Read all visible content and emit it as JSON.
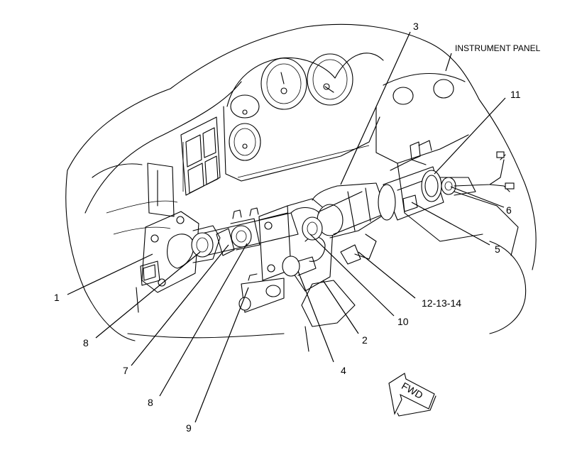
{
  "labels": {
    "instrument_panel": "INSTRUMENT PANEL",
    "fwd": "FWD",
    "callouts": [
      "1",
      "2",
      "3",
      "4",
      "5",
      "6",
      "7",
      "8",
      "8",
      "9",
      "10",
      "11",
      "12-13-14"
    ]
  }
}
